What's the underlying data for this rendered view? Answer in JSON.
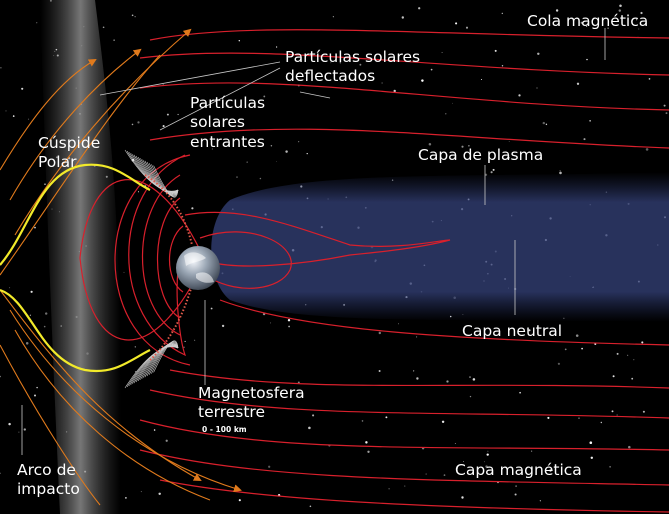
{
  "labels": {
    "cola_magnetica": "Cola magnética",
    "particulas_deflectados_1": "Partículas solares",
    "particulas_deflectados_2": "deflectados",
    "particulas_entrantes_1": "Partículas",
    "particulas_entrantes_2": "solares",
    "particulas_entrantes_3": "entrantes",
    "cuspide_1": "Cúspide",
    "cuspide_2": "Polar",
    "capa_plasma": "Capa de plasma",
    "capa_neutral": "Capa neutral",
    "magnetosfera_1": "Magnetosfera",
    "magnetosfera_2": "terrestre",
    "scale": "0 - 100 km",
    "arco_1": "Arco de",
    "arco_2": "impacto",
    "capa_magnetica": "Capa magnética"
  },
  "colors": {
    "background": "#000000",
    "field_line": "#d8202c",
    "solar_wind": "#e07a1c",
    "cusp_flow": "#f2ea2a",
    "plasma_sheet": "#3c4a82",
    "bow_shock": "#8a8a8a",
    "text": "#ffffff"
  }
}
